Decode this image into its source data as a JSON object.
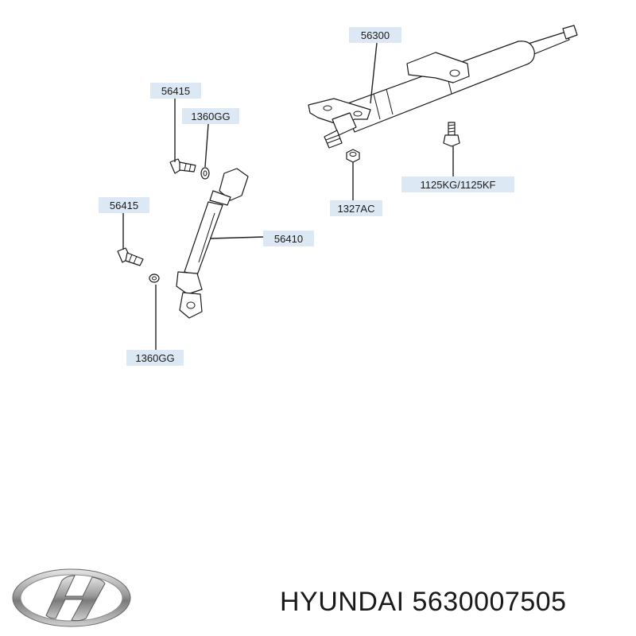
{
  "labels": {
    "l56300": "56300",
    "l56415_a": "56415",
    "l1360gg_a": "1360GG",
    "l1327ac": "1327AC",
    "l1125kg": "1125KG/1125KF",
    "l56415_b": "56415",
    "l56410": "56410",
    "l1360gg_b": "1360GG"
  },
  "footer": {
    "brand_text": "HYUNDAI 5630007505",
    "logo_icon": "hyundai-logo-icon"
  },
  "colors": {
    "label_background": "#dde8f5",
    "line": "#1a1a1a"
  }
}
